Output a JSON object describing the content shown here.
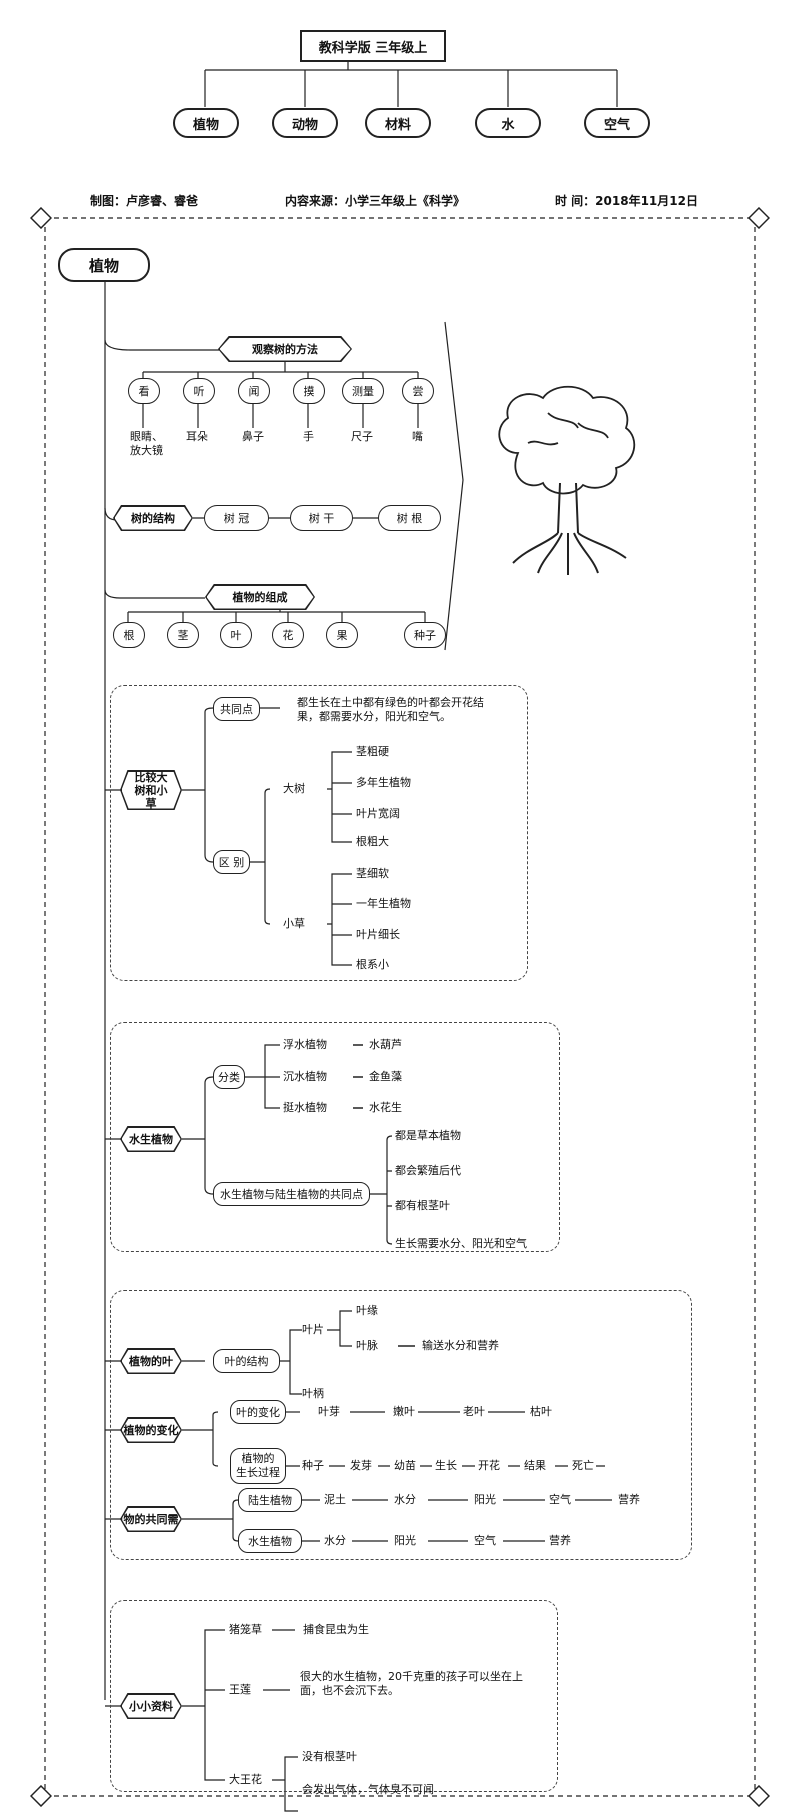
{
  "header": {
    "title": "教科学版 三年级上",
    "categories": [
      "植物",
      "动物",
      "材料",
      "水",
      "空气"
    ],
    "credit_author": "制图：卢彦睿、睿爸",
    "credit_source": "内容来源：小学三年级上《科学》",
    "credit_date": "时 间：2018年11月12日"
  },
  "root": {
    "label": "植物"
  },
  "observe": {
    "label": "观察树的方法",
    "senses": [
      "看",
      "听",
      "闻",
      "摸",
      "测量",
      "尝"
    ],
    "tools": [
      "眼睛、\n放大镜",
      "耳朵",
      "鼻子",
      "手",
      "尺子",
      "嘴"
    ]
  },
  "tree_parts": {
    "label": "树的结构",
    "parts": [
      "树 冠",
      "树 干",
      "树 根"
    ]
  },
  "plant_parts": {
    "label": "植物的组成",
    "parts": [
      "根",
      "茎",
      "叶",
      "花",
      "果",
      "种子"
    ]
  },
  "big_small": {
    "label": "比较大树和小草",
    "common_label": "共同点",
    "common_text": "都生长在土中都有绿色的叶都会开花结\n果，都需要水分，阳光和空气。",
    "diff_label": "区 别",
    "tree_label": "大树",
    "tree_items": [
      "茎粗硬",
      "多年生植物",
      "叶片宽阔",
      "根粗大"
    ],
    "grass_label": "小草",
    "grass_items": [
      "茎细软",
      "一年生植物",
      "叶片细长",
      "根系小"
    ]
  },
  "aquatic": {
    "label": "水生植物",
    "class_label": "分类",
    "classes": [
      {
        "type": "浮水植物",
        "example": "水葫芦"
      },
      {
        "type": "沉水植物",
        "example": "金鱼藻"
      },
      {
        "type": "挺水植物",
        "example": "水花生"
      }
    ],
    "common_label": "水生植物与陆生植物的共同点",
    "common_items": [
      "都是草本植物",
      "都会繁殖后代",
      "都有根茎叶",
      "生长需要水分、阳光和空气"
    ]
  },
  "leaf": {
    "label": "植物的叶",
    "structure_label": "叶的结构",
    "blade": "叶片",
    "edge": "叶缘",
    "vein": "叶脉",
    "vein_note": "输送水分和营养",
    "stalk": "叶柄"
  },
  "change": {
    "label": "植物的变化",
    "leaf_change_label": "叶的变化",
    "leaf_change": [
      "叶芽",
      "嫩叶",
      "老叶",
      "枯叶"
    ],
    "growth_label": "植物的\n生长过程",
    "growth": [
      "种子",
      "发芽",
      "幼苗",
      "生长",
      "开花",
      "结果",
      "死亡"
    ]
  },
  "needs": {
    "label": "植物的共同需求",
    "land_label": "陆生植物",
    "land": [
      "泥土",
      "水分",
      "阳光",
      "空气",
      "营养"
    ],
    "water_label": "水生植物",
    "water": [
      "水分",
      "阳光",
      "空气",
      "营养"
    ]
  },
  "special": {
    "label": "小小资料",
    "items": [
      {
        "name": "猪笼草",
        "text": "捕食昆虫为生"
      },
      {
        "name": "王莲",
        "text": "很大的水生植物，20千克重的孩子可以坐在上\n面，也不会沉下去。"
      },
      {
        "name": "大王花",
        "text": "没有根茎叶"
      }
    ],
    "rafflesia_extra": "会发出气体，气体臭不可闻"
  }
}
